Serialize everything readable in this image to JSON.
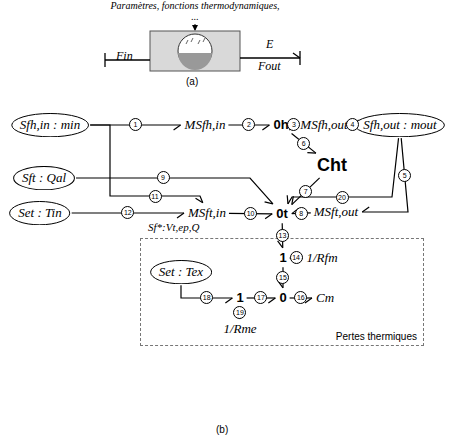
{
  "diagram": {
    "nodes": [
      {
        "text": [
          "Sfh,in : min"
        ]
      },
      {
        "text": [
          "MSfh,in"
        ]
      },
      {
        "text": [
          "0h"
        ]
      },
      {
        "text": [
          "MSfh,out"
        ]
      },
      {
        "text": [
          "Sfh,out : mout"
        ]
      },
      {
        "text": [
          "Cht"
        ]
      },
      {
        "text": [
          "Sft : Qal"
        ]
      },
      {
        "text": [
          "Set : Tin"
        ]
      },
      {
        "text": [
          "MSft,in"
        ]
      },
      {
        "text": [
          "0t"
        ]
      },
      {
        "text": [
          "MSft,out"
        ]
      },
      {
        "text": [
          "Pertes thermiques"
        ]
      },
      {
        "text": [
          "1"
        ],
        "in": 11
      },
      {
        "text": [
          "1/Rfm"
        ],
        "in": 11
      },
      {
        "text": [
          "0"
        ],
        "in": 11
      },
      {
        "text": [
          "Cm"
        ],
        "in": 11
      },
      {
        "text": [
          "Set : Tex"
        ],
        "in": 11
      },
      {
        "text": [
          "1"
        ],
        "in": 11
      },
      {
        "text": [
          "1/Rme"
        ],
        "in": 11
      }
    ],
    "edges": [
      {
        "from": 0,
        "to": 1,
        "arrow": "to",
        "label": "1"
      },
      {
        "from": 1,
        "to": 2,
        "arrow": "to",
        "label": "2"
      },
      {
        "from": 2,
        "to": 3,
        "arrow": "to",
        "label": "3"
      },
      {
        "from": 4,
        "to": 3,
        "arrow": "to",
        "label": "4"
      },
      {
        "from": 4,
        "to": 10,
        "arrow": "to",
        "label": "5"
      },
      {
        "from": 2,
        "to": 5,
        "arrow": "to",
        "label": "6"
      },
      {
        "from": 5,
        "to": 9,
        "arrow": "to",
        "label": "7"
      },
      {
        "from": 10,
        "to": 9,
        "arrow": "to",
        "label": "8"
      },
      {
        "from": 6,
        "to": 9,
        "arrow": "to",
        "label": "9"
      },
      {
        "from": 8,
        "to": 9,
        "arrow": "to",
        "label": "10"
      },
      {
        "from": 0,
        "to": 8,
        "arrow": "to",
        "label": "11"
      },
      {
        "from": 7,
        "to": 8,
        "arrow": "to",
        "label": "12"
      },
      {
        "from": 9,
        "to": 12,
        "arrow": "to",
        "label": "13"
      },
      {
        "from": 12,
        "to": 13,
        "arrow": "to",
        "label": "14"
      },
      {
        "from": 12,
        "to": 14,
        "arrow": "to",
        "label": "15"
      },
      {
        "from": 14,
        "to": 15,
        "arrow": "to",
        "label": "16"
      },
      {
        "from": 17,
        "to": 14,
        "arrow": "to",
        "label": "17"
      },
      {
        "from": 16,
        "to": 17,
        "arrow": "to",
        "label": "18"
      },
      {
        "from": 17,
        "to": 18,
        "arrow": "to",
        "label": "19"
      },
      {
        "from": 4,
        "to": 9,
        "arrow": "to",
        "label": "20"
      }
    ],
    "labels": [
      "Paramètres, fonctions thermodynamiques, ...",
      "Fin",
      "E",
      "Fout",
      "(a)",
      "Sf*:Vt,ep,Q",
      "(b)"
    ]
  }
}
